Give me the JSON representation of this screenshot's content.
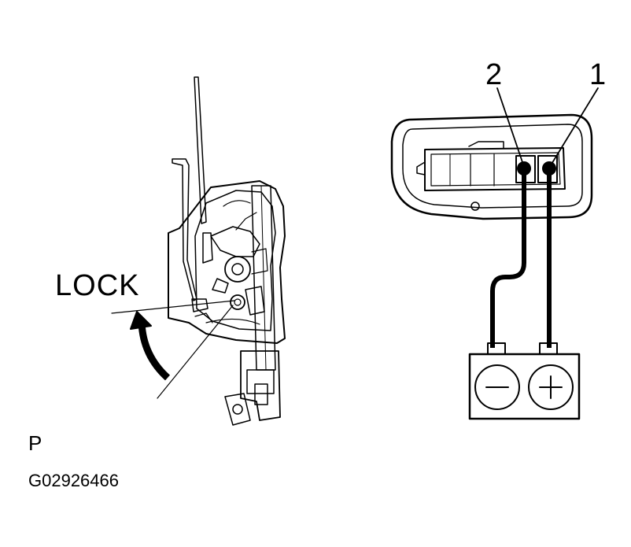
{
  "diagram": {
    "lock_label": "LOCK",
    "pin_labels": [
      "2",
      "1"
    ],
    "battery": {
      "negative_symbol": "−",
      "positive_symbol": "+"
    },
    "footer": {
      "code": "P",
      "figure_id": "G02926466"
    },
    "colors": {
      "line": "#000000",
      "background": "#ffffff"
    }
  }
}
